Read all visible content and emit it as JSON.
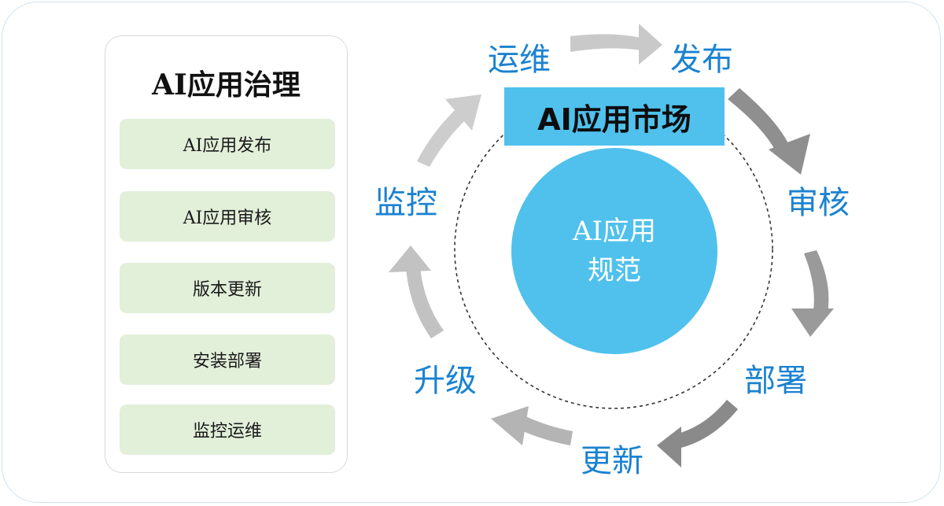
{
  "governance": {
    "title": "AI应用治理",
    "items": [
      {
        "label": "AI应用发布"
      },
      {
        "label": "AI应用审核"
      },
      {
        "label": "版本更新"
      },
      {
        "label": "安装部署"
      },
      {
        "label": "监控运维"
      }
    ]
  },
  "market": {
    "title": "AI应用市场"
  },
  "center": {
    "line1": "AI应用",
    "line2": "规范"
  },
  "cycle": {
    "steps": [
      "运维",
      "发布",
      "审核",
      "部署",
      "更新",
      "升级",
      "监控"
    ]
  },
  "colors": {
    "accent_blue": "#4fc1ec",
    "label_blue": "#1b82d1",
    "item_green": "#e2efd9",
    "arrow_light": "#c8c8c8",
    "arrow_dark": "#8f8f8f"
  }
}
